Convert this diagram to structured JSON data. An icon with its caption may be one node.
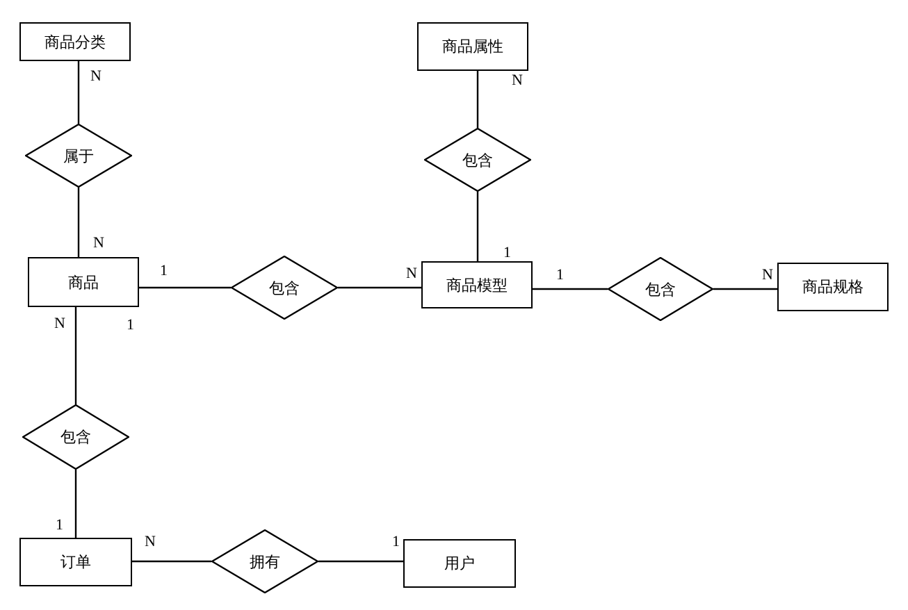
{
  "diagram": {
    "nodes": [
      {
        "text": [
          "商品分类"
        ]
      },
      {
        "text": [
          "商品属性"
        ]
      },
      {
        "text": [
          "属于"
        ]
      },
      {
        "text": [
          "包含"
        ]
      },
      {
        "text": [
          "商品"
        ]
      },
      {
        "text": [
          "包含"
        ]
      },
      {
        "text": [
          "商品模型"
        ]
      },
      {
        "text": [
          "包含"
        ]
      },
      {
        "text": [
          "商品规格"
        ]
      },
      {
        "text": [
          "包含"
        ]
      },
      {
        "text": [
          "订单"
        ]
      },
      {
        "text": [
          "拥有"
        ]
      },
      {
        "text": [
          "用户"
        ]
      }
    ],
    "edges": [
      {
        "from": 0,
        "to": 2,
        "arrow": "none"
      },
      {
        "from": 2,
        "to": 4,
        "arrow": "none"
      },
      {
        "from": 1,
        "to": 3,
        "arrow": "none"
      },
      {
        "from": 3,
        "to": 6,
        "arrow": "none"
      },
      {
        "from": 4,
        "to": 5,
        "arrow": "none"
      },
      {
        "from": 5,
        "to": 6,
        "arrow": "none"
      },
      {
        "from": 6,
        "to": 7,
        "arrow": "none"
      },
      {
        "from": 7,
        "to": 8,
        "arrow": "none"
      },
      {
        "from": 4,
        "to": 9,
        "arrow": "none"
      },
      {
        "from": 9,
        "to": 10,
        "arrow": "none"
      },
      {
        "from": 10,
        "to": 11,
        "arrow": "none"
      },
      {
        "from": 11,
        "to": 12,
        "arrow": "none"
      }
    ],
    "labels": [
      "N",
      "N",
      "N",
      "1",
      "1",
      "N",
      "1",
      "N",
      "N",
      "1",
      "1",
      "N",
      "1"
    ]
  }
}
